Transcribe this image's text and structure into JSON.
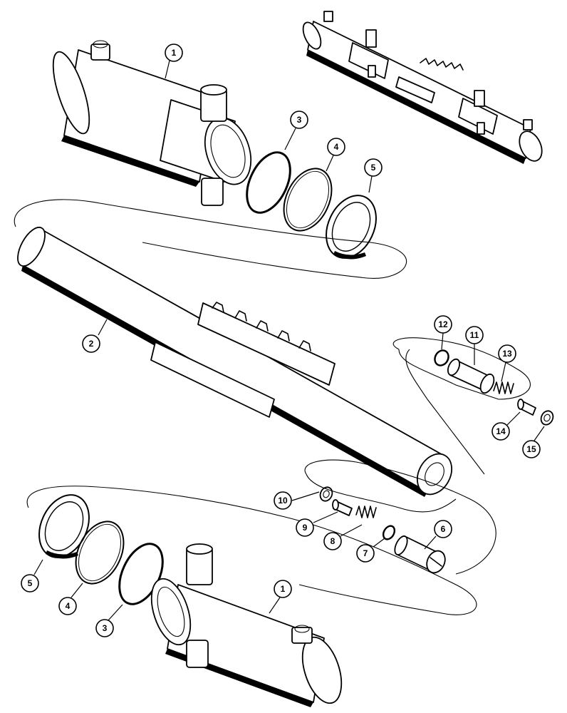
{
  "callouts": [
    {
      "key": "c1a",
      "label": "1"
    },
    {
      "key": "c3a",
      "label": "3"
    },
    {
      "key": "c4a",
      "label": "4"
    },
    {
      "key": "c5a",
      "label": "5"
    },
    {
      "key": "c2",
      "label": "2"
    },
    {
      "key": "c12",
      "label": "12"
    },
    {
      "key": "c11",
      "label": "11"
    },
    {
      "key": "c13",
      "label": "13"
    },
    {
      "key": "c14",
      "label": "14"
    },
    {
      "key": "c15",
      "label": "15"
    },
    {
      "key": "c10",
      "label": "10"
    },
    {
      "key": "c9",
      "label": "9"
    },
    {
      "key": "c8",
      "label": "8"
    },
    {
      "key": "c7",
      "label": "7"
    },
    {
      "key": "c6",
      "label": "6"
    },
    {
      "key": "c5b",
      "label": "5"
    },
    {
      "key": "c4b",
      "label": "4"
    },
    {
      "key": "c3b",
      "label": "3"
    },
    {
      "key": "c1b",
      "label": "1"
    }
  ]
}
